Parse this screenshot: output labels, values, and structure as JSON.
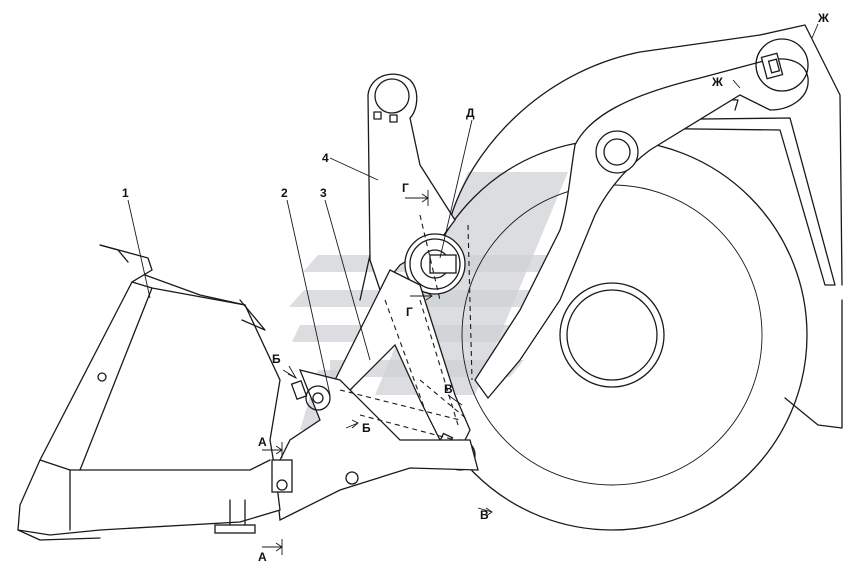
{
  "callouts": {
    "part1": "1",
    "part2": "2",
    "part3": "3",
    "part4": "4",
    "section_A_top": "А",
    "section_A_bottom": "А",
    "section_B1": "Б",
    "section_B2": "Б",
    "section_V1": "В",
    "section_V2": "В",
    "section_G1": "Г",
    "section_G2": "Г",
    "section_D": "Д",
    "section_Zh1": "Ж",
    "section_Zh2": "Ж"
  },
  "colors": {
    "line": "#1a1a1a",
    "watermark": "#cfd2d6",
    "background": "#ffffff"
  }
}
